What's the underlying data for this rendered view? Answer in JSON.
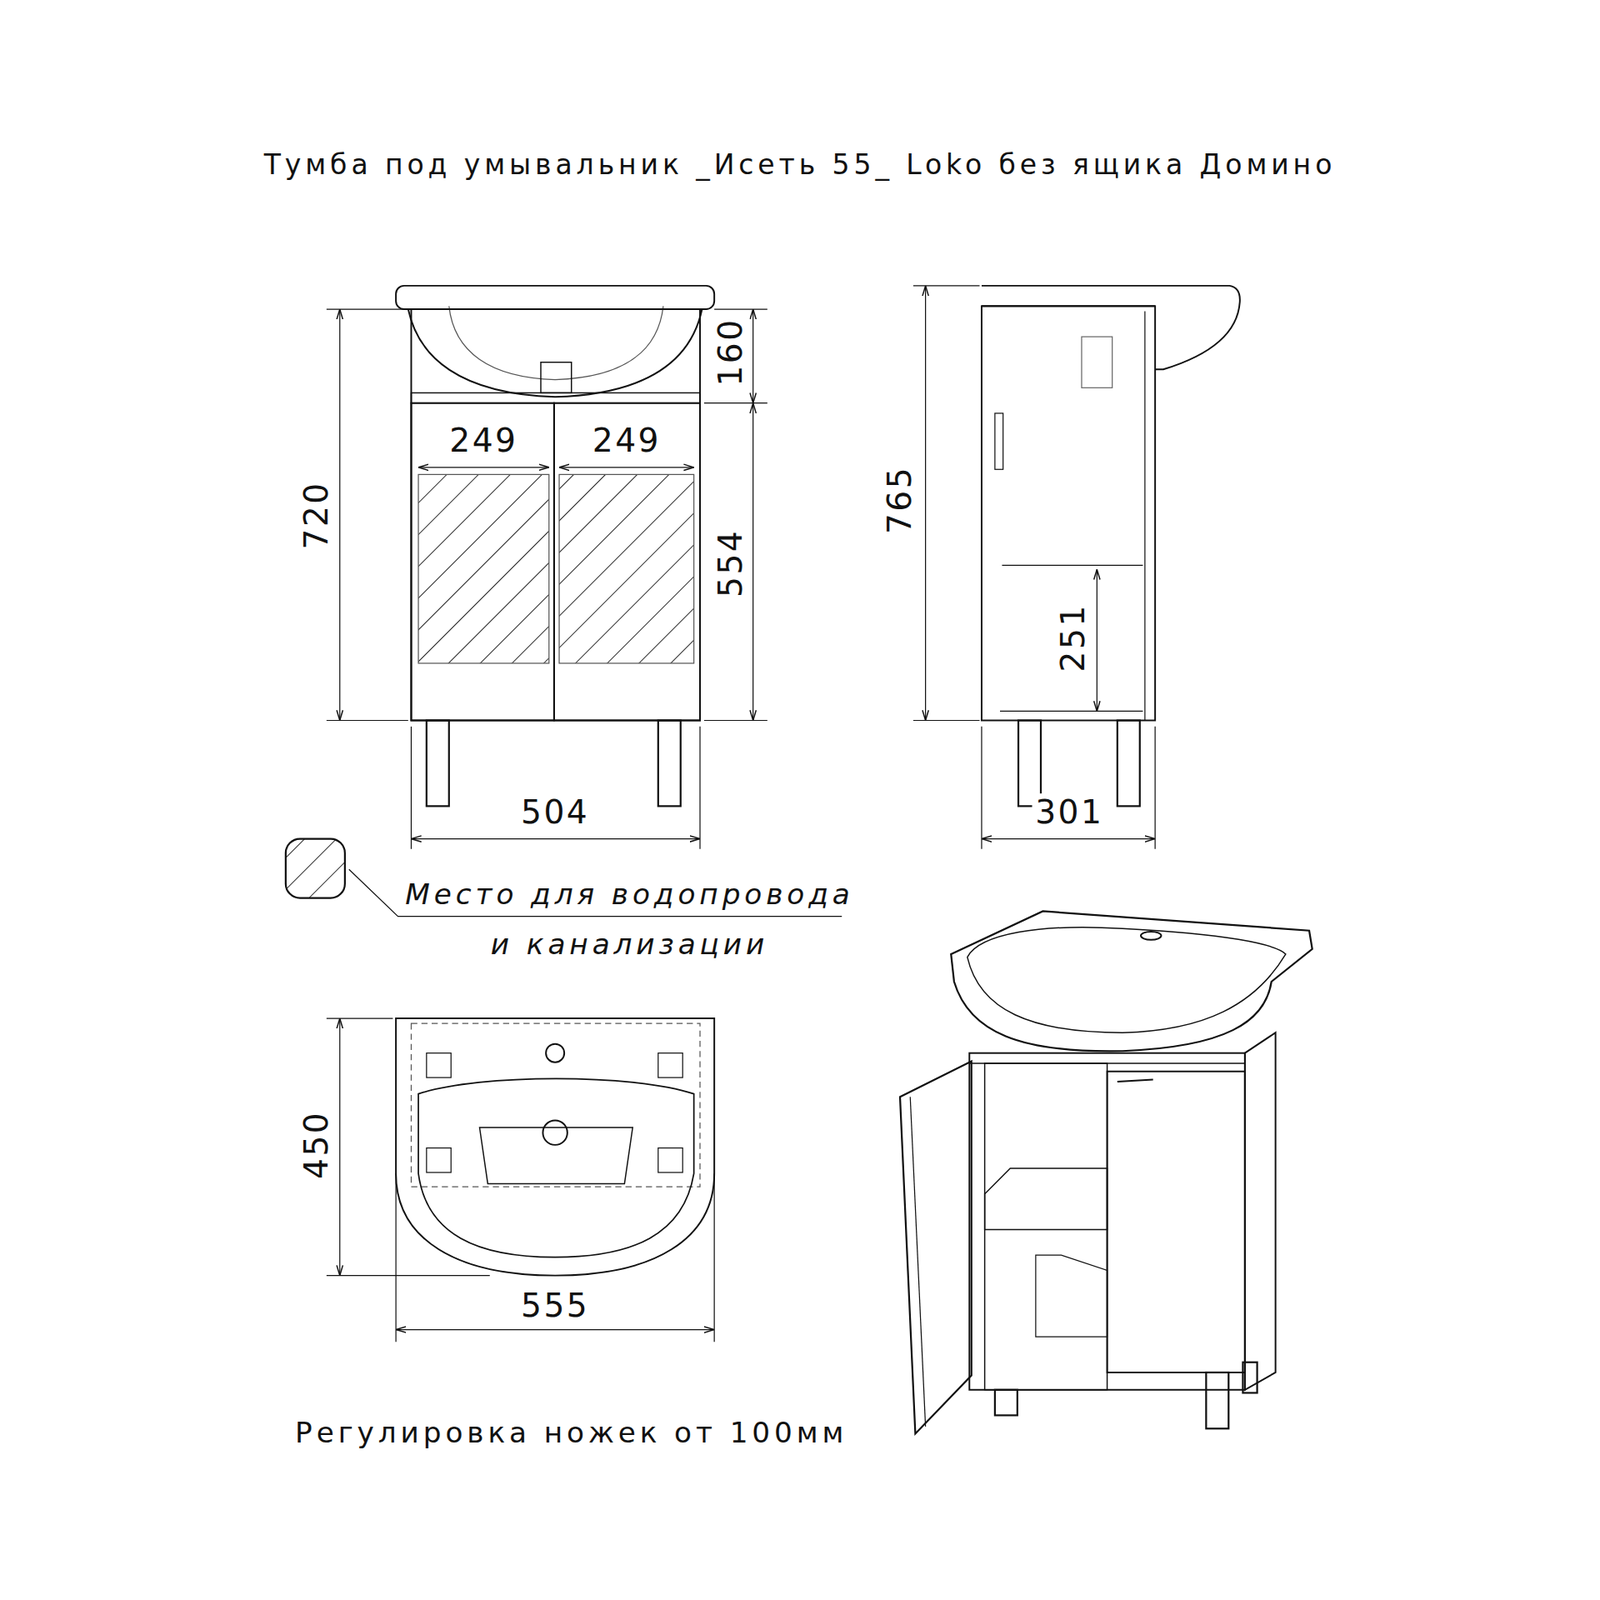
{
  "diagram": {
    "title": "Тумба под умывальник _Исеть 55_ Loko без ящика Домино",
    "labels": [
      "160",
      "249",
      "249",
      "720",
      "554",
      "765",
      "251",
      "504",
      "301",
      "450",
      "555",
      "Регулировка ножек от 100мм"
    ],
    "legend": [
      {
        "text": "Место для водопровода и канализации"
      }
    ]
  }
}
